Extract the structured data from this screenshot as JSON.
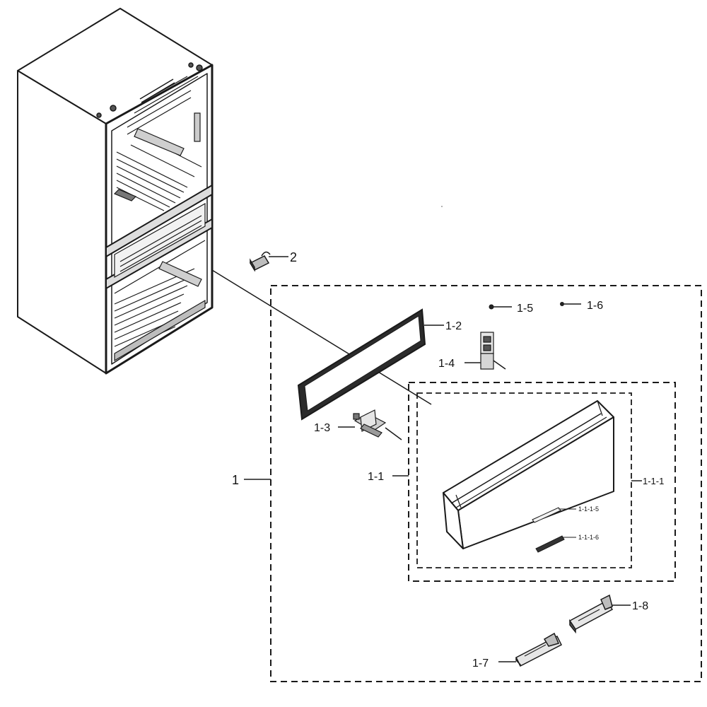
{
  "labels": {
    "assembly": "1",
    "clip": "2",
    "door_sub": "1-1",
    "gasket": "1-2",
    "hinge_left": "1-3",
    "hinge_right": "1-4",
    "screw_a": "1-5",
    "screw_b": "1-6",
    "handle_left": "1-7",
    "handle_right": "1-8",
    "door_panel": "1-1-1",
    "door_part_5": "1-1-1-5",
    "door_part_6": "1-1-1-6"
  },
  "colors": {
    "line": "#1a1a1a",
    "fill_light": "#f2f2f2",
    "fill_mid": "#bdbdbd",
    "fill_dark": "#333333"
  }
}
